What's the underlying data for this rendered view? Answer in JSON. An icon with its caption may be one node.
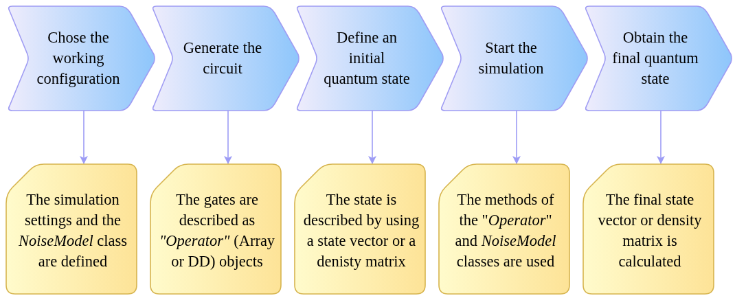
{
  "diagram": {
    "nodes": [
      {
        "text": [
          "Chose the working configuration"
        ]
      },
      {
        "text": [
          "Generate the circuit"
        ]
      },
      {
        "text": [
          "Define an initial quantum state"
        ]
      },
      {
        "text": [
          "Start the simulation"
        ]
      },
      {
        "text": [
          "Obtain the final quantum state"
        ]
      },
      {
        "text": [
          "The simulation settings and the *NoiseModel* class are defined"
        ]
      },
      {
        "text": [
          "The gates are described as *\"Operator\"* (Array or DD) objects"
        ]
      },
      {
        "text": [
          "The state is described by using a state vector or a denisty matrix"
        ]
      },
      {
        "text": [
          "The methods of the \"*Operator*\" and *NoiseModel* classes are used"
        ]
      },
      {
        "text": [
          "The final state vector or density matrix is calculated"
        ]
      }
    ],
    "edges": [
      {
        "from": 0,
        "to": 5,
        "arrow": "to"
      },
      {
        "from": 1,
        "to": 6,
        "arrow": "to"
      },
      {
        "from": 2,
        "to": 7,
        "arrow": "to"
      },
      {
        "from": 3,
        "to": 8,
        "arrow": "to"
      },
      {
        "from": 4,
        "to": 9,
        "arrow": "to"
      }
    ]
  }
}
